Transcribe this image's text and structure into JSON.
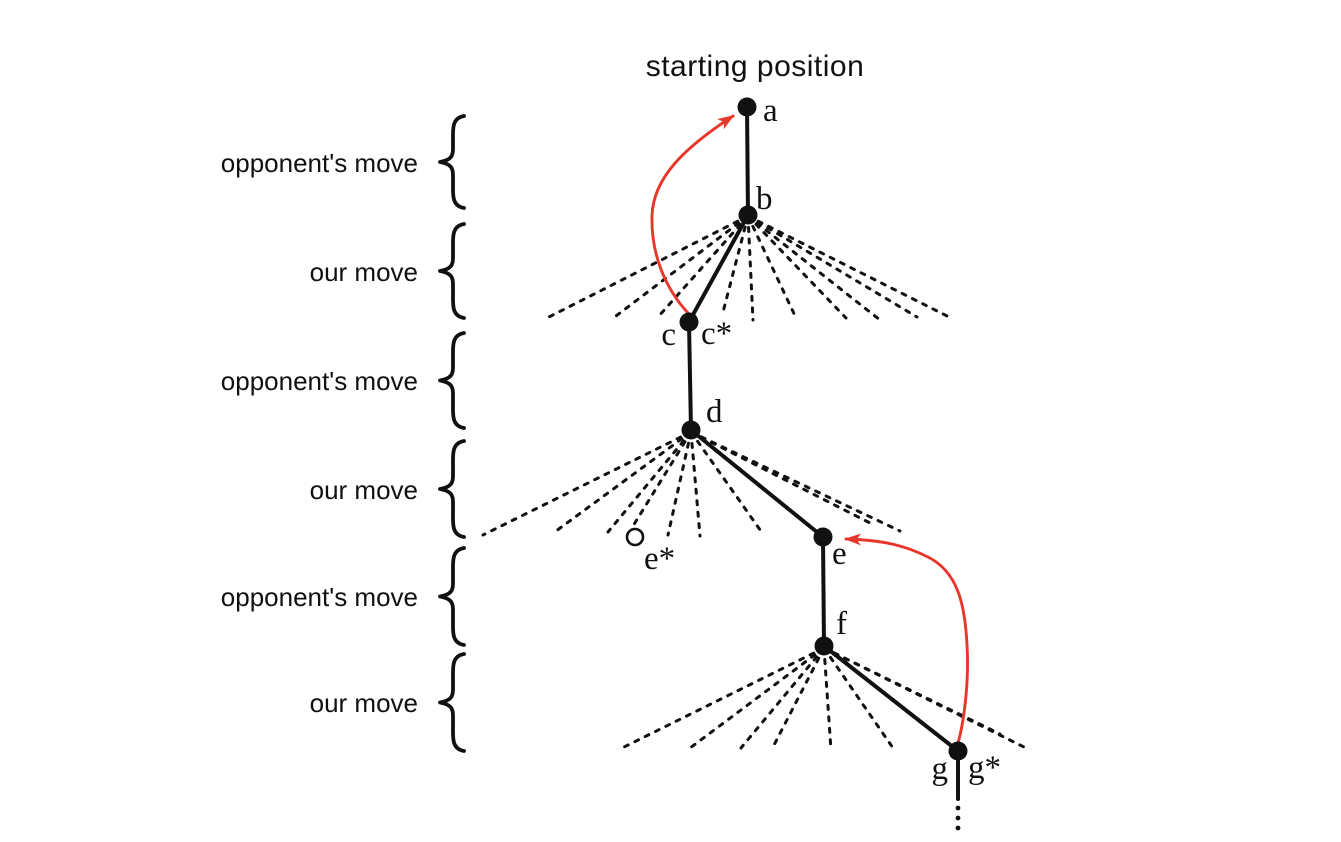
{
  "title": "starting position",
  "colors": {
    "ink": "#111111",
    "accent_red": "#e8362b"
  },
  "rows": [
    {
      "label": "opponent's move"
    },
    {
      "label": "our move"
    },
    {
      "label": "opponent's move"
    },
    {
      "label": "our move"
    },
    {
      "label": "opponent's move"
    },
    {
      "label": "our move"
    }
  ],
  "nodes": {
    "a": "a",
    "b": "b",
    "c": "c",
    "c_star": "c*",
    "d": "d",
    "e_star": "e*",
    "e": "e",
    "f": "f",
    "g": "g",
    "g_star": "g*"
  },
  "structure": {
    "principal_path": [
      "a",
      "b",
      "c",
      "d",
      "e",
      "f",
      "g"
    ],
    "edges": [
      [
        "a",
        "b"
      ],
      [
        "b",
        "c"
      ],
      [
        "c",
        "d"
      ],
      [
        "d",
        "e"
      ],
      [
        "e",
        "f"
      ],
      [
        "f",
        "g"
      ]
    ],
    "backup_arrows": [
      {
        "from": "c",
        "to": "a"
      },
      {
        "from": "g",
        "to": "e"
      }
    ],
    "starred_labels": [
      "c*",
      "e*",
      "g*"
    ],
    "open_circle_node": "e*",
    "branch_nodes_with_candidate_moves": [
      "b",
      "d",
      "f"
    ],
    "continuation_below": "g"
  }
}
